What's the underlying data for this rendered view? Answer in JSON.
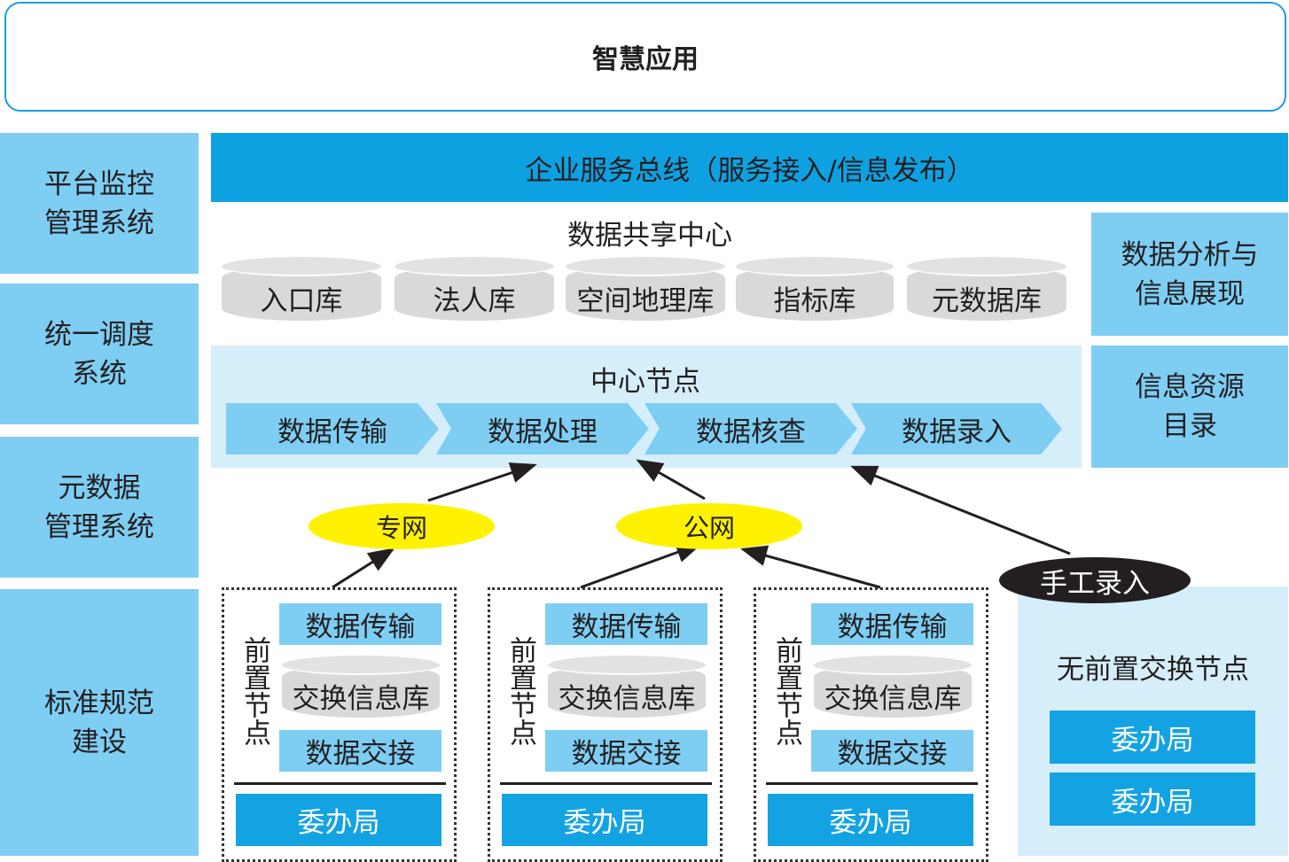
{
  "top": {
    "title": "智慧应用"
  },
  "left": [
    "平台监控\n管理系统",
    "统一调度\n系统",
    "元数据\n管理系统",
    "标准规范\n建设"
  ],
  "esb": "企业服务总线（服务接入/信息发布）",
  "share": {
    "title": "数据共享中心",
    "dbs": [
      "入口库",
      "法人库",
      "空间地理库",
      "指标库",
      "元数据库"
    ]
  },
  "right": [
    "数据分析与\n信息展现",
    "信息资源\n目录"
  ],
  "center": {
    "title": "中心节点",
    "steps": [
      "数据传输",
      "数据处理",
      "数据核查",
      "数据录入"
    ]
  },
  "networks": {
    "private": "专网",
    "public": "公网",
    "manual": "手工录入"
  },
  "front": {
    "label": "前置节点",
    "transfer": "数据传输",
    "db": "交换信息库",
    "handover": "数据交接",
    "bureau": "委办局",
    "count": 3
  },
  "noFront": {
    "title": "无前置交换节点",
    "bureaus": [
      "委办局",
      "委办局"
    ]
  },
  "colors": {
    "light": "#7ecef4",
    "esb": "#0ea1e2",
    "bureau": "#13a3e3",
    "pale": "#d6eefa",
    "yellow": "#fff200"
  }
}
